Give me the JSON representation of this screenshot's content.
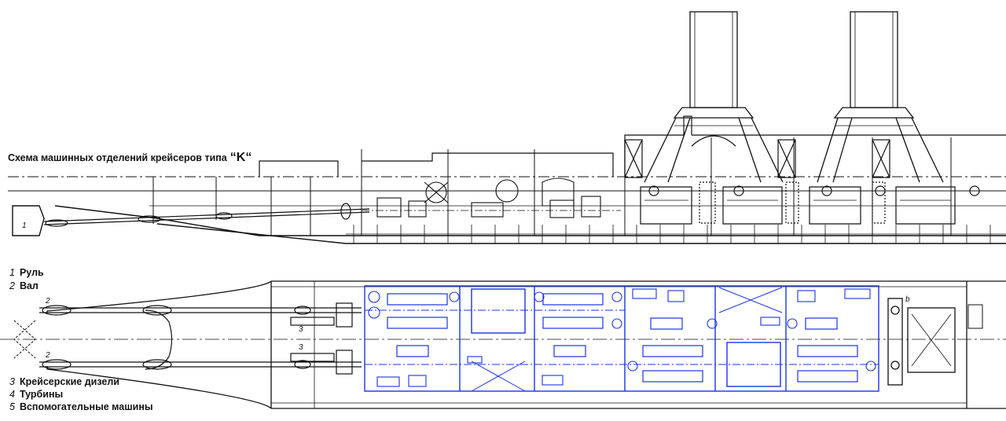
{
  "title": {
    "text": "Схема машинных отделений крейсеров типа",
    "type_letter": "“K“"
  },
  "legend": [
    {
      "num": "1",
      "label": "Руль"
    },
    {
      "num": "2",
      "label": "Вал"
    },
    {
      "num": "3",
      "label": "Крейсерские  дизели"
    },
    {
      "num": "4",
      "label": "Турбины"
    },
    {
      "num": "5",
      "label": "Вспомогательные  машины"
    }
  ],
  "callouts": {
    "rudder": "1",
    "shaft_upper": "2",
    "shaft_lower": "2",
    "diesel_upper": "3",
    "diesel_lower": "3",
    "aux_b": "b"
  },
  "colors": {
    "line": "#111111",
    "highlight": "#1a33e6",
    "background": "#ffffff"
  }
}
